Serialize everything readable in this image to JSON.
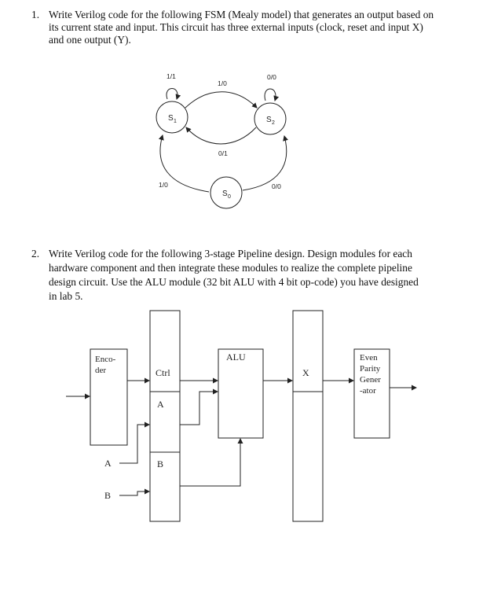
{
  "q1": {
    "number": "1.",
    "lines": [
      "Write Verilog code for the following FSM (Mealy model) that generates an output based on",
      "its current state and input.  This circuit has three external inputs (clock, reset and input X)",
      "and one output (Y)."
    ]
  },
  "fsm": {
    "states": {
      "s1": "S",
      "s1_sub": "1",
      "s2": "S",
      "s2_sub": "2",
      "s0": "S",
      "s0_sub": "0"
    },
    "transitions": {
      "s1_self": "1/1",
      "s2_self": "0/0",
      "s1_to_s2": "1/0",
      "s2_to_s1": "0/1",
      "s0_to_s1": "1/0",
      "s0_to_s2": "0/0"
    }
  },
  "q2": {
    "number": "2.",
    "lines": [
      "Write Verilog code for the following 3-stage Pipeline design. Design modules for each",
      "hardware component and then integrate these modules to realize the complete pipeline",
      "design circuit. Use the ALU module (32 bit ALU with 4 bit op-code) you have designed",
      "in lab 5."
    ]
  },
  "pipeline": {
    "encoder_line1": "Enco-",
    "encoder_line2": "der",
    "input_a": "A",
    "input_b": "B",
    "reg1_ctrl": "Ctrl",
    "reg1_a": "A",
    "reg1_b": "B",
    "alu": "ALU",
    "reg2_x": "X",
    "parity": [
      "Even",
      "Parity",
      "Gener",
      "-ator"
    ]
  }
}
